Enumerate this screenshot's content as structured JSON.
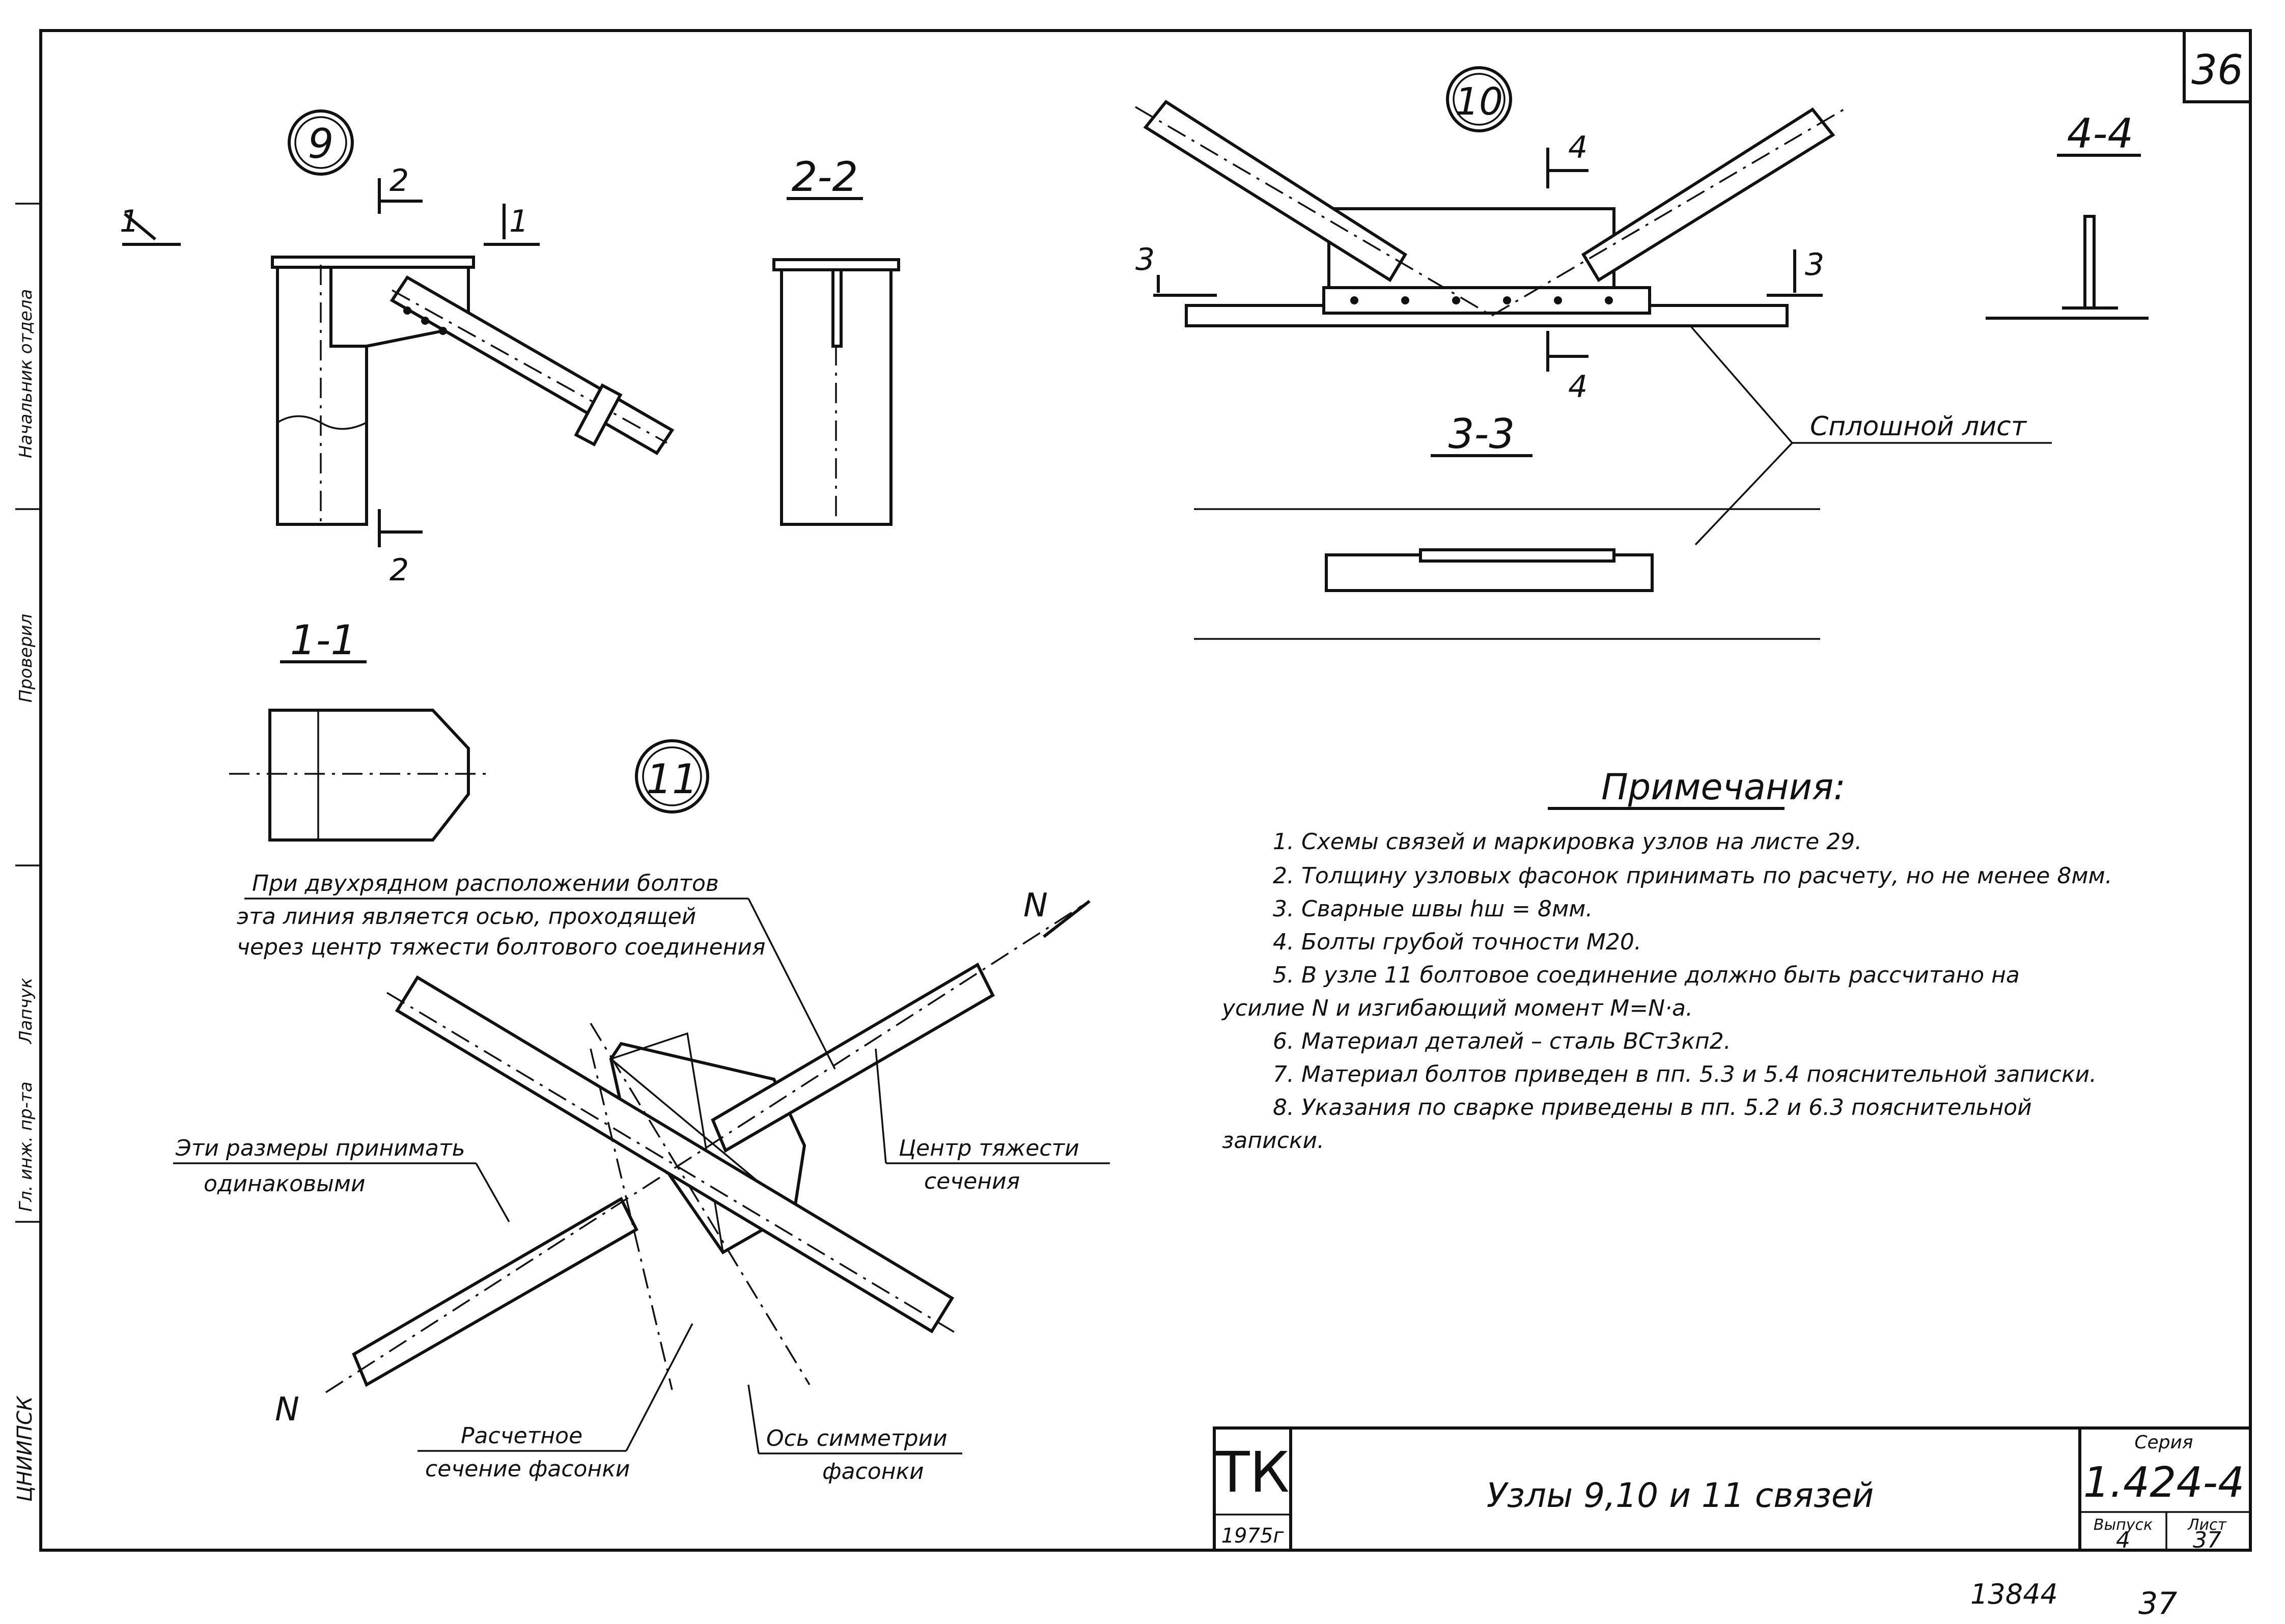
{
  "sheet": {
    "number": "36"
  },
  "node_labels": {
    "n9": "9",
    "n10": "10",
    "n11": "11"
  },
  "sections": {
    "s22": "2-2",
    "s11": "1-1",
    "s33": "3-3",
    "s44": "4-4",
    "mark1": "1",
    "mark2": "2",
    "mark3": "3",
    "mark4": "4"
  },
  "callouts": {
    "solid_sheet": "Сплошной лист",
    "two_row_1": "При двухрядном расположении болтов",
    "two_row_2": "эта линия является осью, проходящей",
    "two_row_3": "через центр тяжести болтового соединения",
    "same_1": "Эти размеры принимать",
    "same_2": "одинаковыми",
    "centroid_1": "Центр тяжести",
    "centroid_2": "сечения",
    "design_1": "Расчетное",
    "design_2": "сечение фасонки",
    "sym_1": "Ось симметрии",
    "sym_2": "фасонки",
    "force": "N"
  },
  "notes": {
    "title": "Примечания:",
    "items": [
      "1. Схемы связей и маркировка узлов на листе 29.",
      "2. Толщину узловых фасонок принимать по расчету, но не менее 8мм.",
      "3. Сварные швы hш = 8мм.",
      "4. Болты грубой точности М20.",
      "5. В узле 11 болтовое соединение должно быть рассчитано на",
      "усилие N и изгибающий момент M=N·a.",
      "6. Материал деталей – сталь ВСт3кп2.",
      "7. Материал болтов приведен в пп. 5.3 и 5.4 пояснительной записки.",
      "8. Указания по сварке приведены в пп. 5.2 и 6.3 пояснительной",
      "записки."
    ]
  },
  "title_block": {
    "tk": "ТК",
    "year": "1975г",
    "title": "Узлы 9,10 и 11 связей",
    "series_label": "Серия",
    "series": "1.424-4",
    "issue_label": "Выпуск",
    "issue": "4",
    "sheet_label": "Лист",
    "sheet": "37"
  },
  "margin": {
    "chief": "Гл. инж. пр-та",
    "staff": "Лапчук",
    "check": "Проверил",
    "dept": "Начальник отдела",
    "stamp": "ЦНИИПСК"
  },
  "footer": {
    "archive": "13844",
    "page": "37"
  }
}
